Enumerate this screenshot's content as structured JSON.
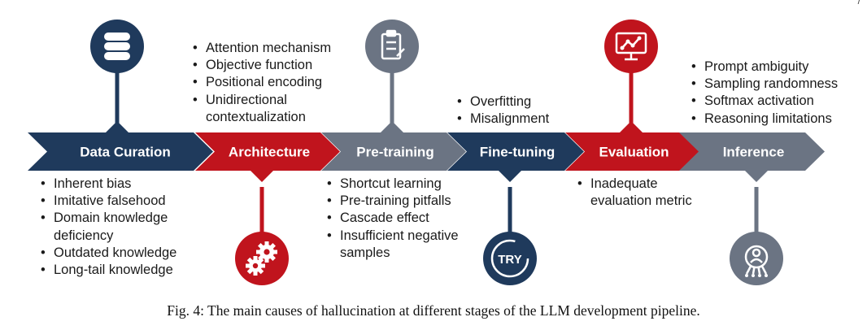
{
  "stages": [
    {
      "label": "Data Curation",
      "color": "#1f3a5c",
      "icon": "database-icon",
      "causes": [
        "Inherent bias",
        "Imitative falsehood",
        "Domain knowledge deficiency",
        "Outdated knowledge",
        "Long-tail knowledge"
      ]
    },
    {
      "label": "Architecture",
      "color": "#c0141d",
      "icon": "gears-icon",
      "causes": [
        "Attention mechanism",
        "Objective function",
        "Positional encoding",
        "Unidirectional contextualization"
      ]
    },
    {
      "label": "Pre-training",
      "color": "#6b7483",
      "icon": "clipboard-checklist-icon",
      "causes": [
        "Shortcut learning",
        "Pre-training pitfalls",
        "Cascade effect",
        "Insufficient negative samples"
      ]
    },
    {
      "label": "Fine-tuning",
      "color": "#1f3a5c",
      "icon": "try-retry-icon",
      "icon_text": "TRY",
      "causes": [
        "Overfitting",
        "Misalignment"
      ]
    },
    {
      "label": "Evaluation",
      "color": "#c0141d",
      "icon": "monitor-line-chart-icon",
      "causes": [
        "Inadequate evaluation metric"
      ]
    },
    {
      "label": "Inference",
      "color": "#6b7483",
      "icon": "person-network-icon",
      "causes": [
        "Prompt ambiguity",
        "Sampling randomness",
        "Softmax activation",
        "Reasoning limitations"
      ]
    }
  ],
  "caption": "Fig. 4: The main causes of hallucination at different stages of the LLM development pipeline.",
  "corner_mark": "/"
}
